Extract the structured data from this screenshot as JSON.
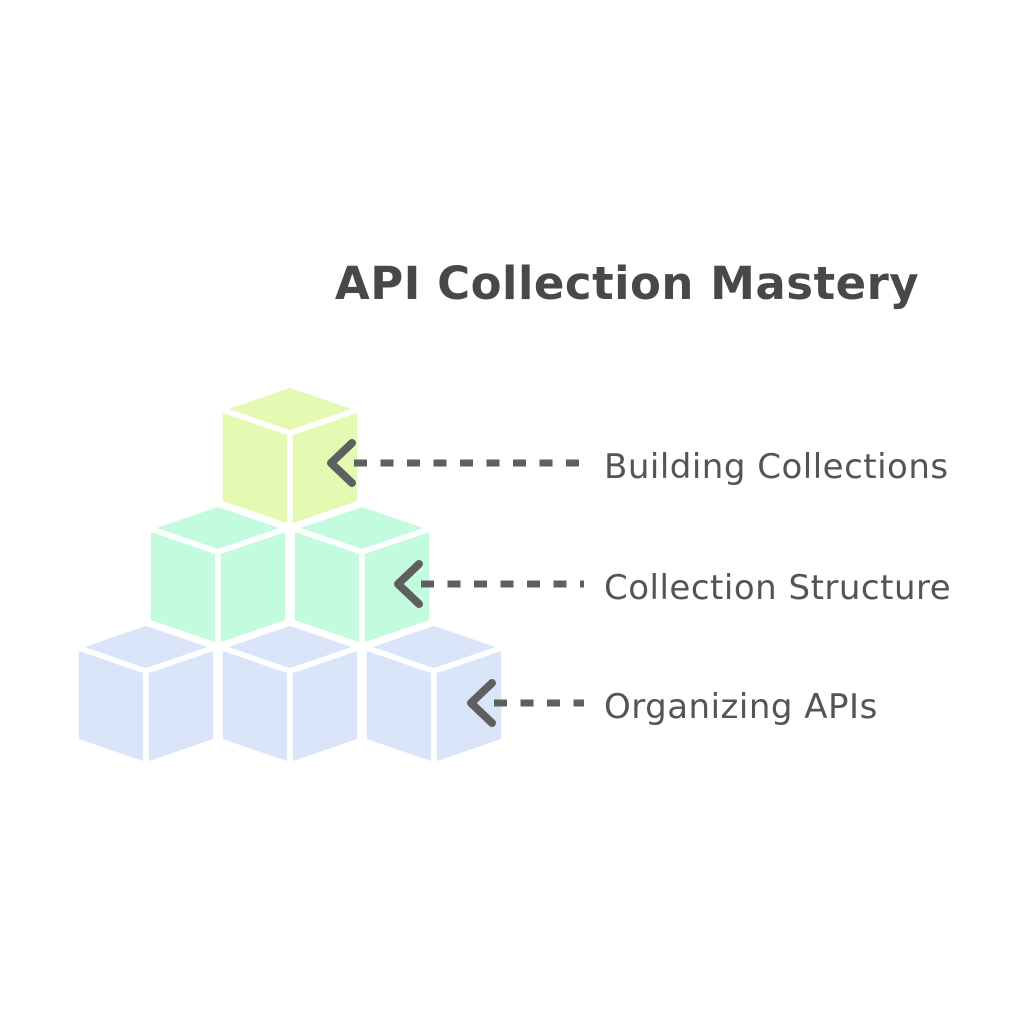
{
  "title": "API Collection Mastery",
  "diagram": {
    "type": "isometric-cube-pyramid",
    "background": "#ffffff",
    "title_color": "#484848",
    "label_color": "#545454",
    "arrow_color": "#5f5f5f",
    "arrow_style": "dashed, chevron head pointing left toward cubes",
    "cube_edge_color": "#ffffff",
    "levels": [
      {
        "label": "Building Collections",
        "cube_count": 1,
        "cube_color": "#e4fab2"
      },
      {
        "label": "Collection Structure",
        "cube_count": 2,
        "cube_color": "#c3fbdf"
      },
      {
        "label": "Organizing APIs",
        "cube_count": 3,
        "cube_color": "#dbe5fa"
      }
    ]
  }
}
